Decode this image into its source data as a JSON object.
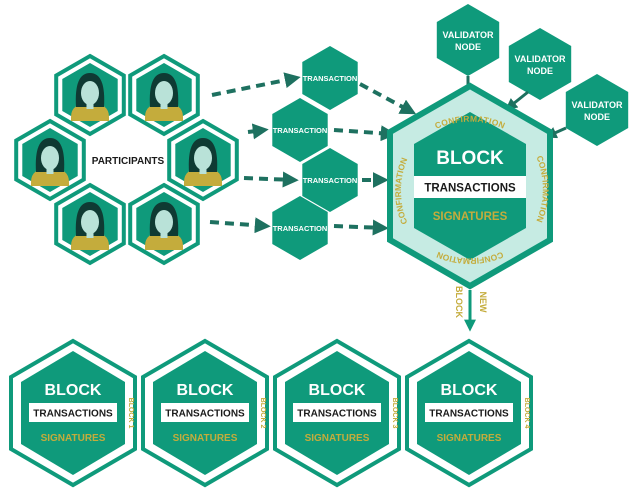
{
  "colors": {
    "teal": "#0f9a7b",
    "dark_teal": "#1e7160",
    "light_mint": "#c6ebe3",
    "gold": "#c4ac3c",
    "skin": "#b9e2d8",
    "hair": "#0f3a33",
    "white": "#ffffff"
  },
  "participants": {
    "label": "PARTICIPANTS"
  },
  "transactions": {
    "label": "TRANSACTION"
  },
  "validators": {
    "items": [
      {
        "line1": "VALIDATOR",
        "line2": "NODE"
      },
      {
        "line1": "VALIDATOR",
        "line2": "NODE"
      },
      {
        "line1": "VALIDATOR",
        "line2": "NODE"
      }
    ]
  },
  "main_block": {
    "title": "BLOCK",
    "transactions": "TRANSACTIONS",
    "signatures": "SIGNATURES",
    "confirmation": "CONFIRMATION"
  },
  "new_block": {
    "line1": "NEW",
    "line2": "BLOCK"
  },
  "chain": {
    "blocks": [
      {
        "title": "BLOCK",
        "transactions": "TRANSACTIONS",
        "signatures": "SIGNATURES",
        "label": "BLOCK 1"
      },
      {
        "title": "BLOCK",
        "transactions": "TRANSACTIONS",
        "signatures": "SIGNATURES",
        "label": "BLOCK 2"
      },
      {
        "title": "BLOCK",
        "transactions": "TRANSACTIONS",
        "signatures": "SIGNATURES",
        "label": "BLOCK 3"
      },
      {
        "title": "BLOCK",
        "transactions": "TRANSACTIONS",
        "signatures": "SIGNATURES",
        "label": "BLOCK 4"
      }
    ]
  }
}
